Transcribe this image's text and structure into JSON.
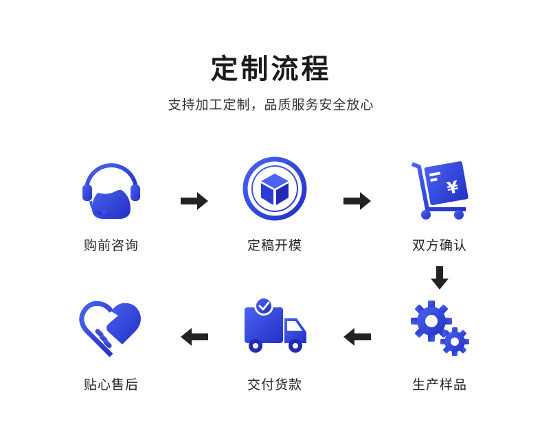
{
  "title": "定制流程",
  "subtitle": "支持加工定制，品质服务安全放心",
  "steps": [
    {
      "label": "购前咨询",
      "icon": "headset-icon"
    },
    {
      "label": "定稿开模",
      "icon": "cube-icon"
    },
    {
      "label": "双方确认",
      "icon": "cart-invoice-icon"
    },
    {
      "label": "生产样品",
      "icon": "gears-icon"
    },
    {
      "label": "交付货款",
      "icon": "delivery-truck-icon"
    },
    {
      "label": "贴心售后",
      "icon": "heart-handshake-icon"
    }
  ],
  "colors": {
    "accent": "#2c3bd6",
    "accent_light": "#4a63f0",
    "arrow": "#222222"
  }
}
